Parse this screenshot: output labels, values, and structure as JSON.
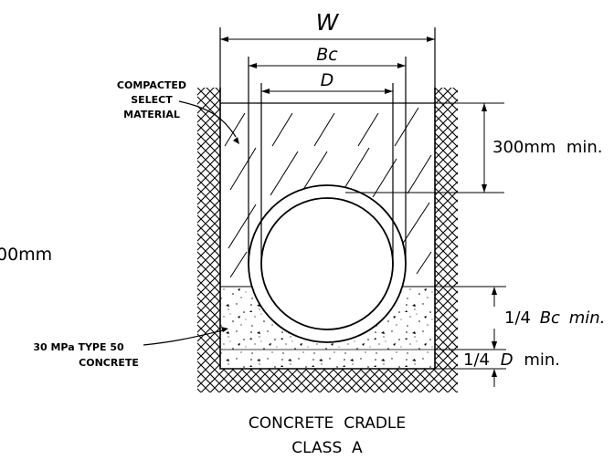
{
  "dimensions": {
    "trench_width": "W",
    "pipe_outer": "Bc",
    "pipe_inner": "D",
    "cover": "300mm  min.",
    "cradle_below_center_prefix": "1/4",
    "cradle_below_center_var": "Bc",
    "cradle_below_center_suffix": "min.",
    "bedding_prefix": "1/4",
    "bedding_var": "D",
    "bedding_suffix": "min.",
    "left_cut_off": "00mm"
  },
  "labels": {
    "backfill_line1": "COMPACTED",
    "backfill_line2": "SELECT",
    "backfill_line3": "MATERIAL",
    "concrete_line1": "30 MPa TYPE 50",
    "concrete_line2": "CONCRETE"
  },
  "title": {
    "line1": "CONCRETE  CRADLE",
    "line2": "CLASS  A"
  }
}
